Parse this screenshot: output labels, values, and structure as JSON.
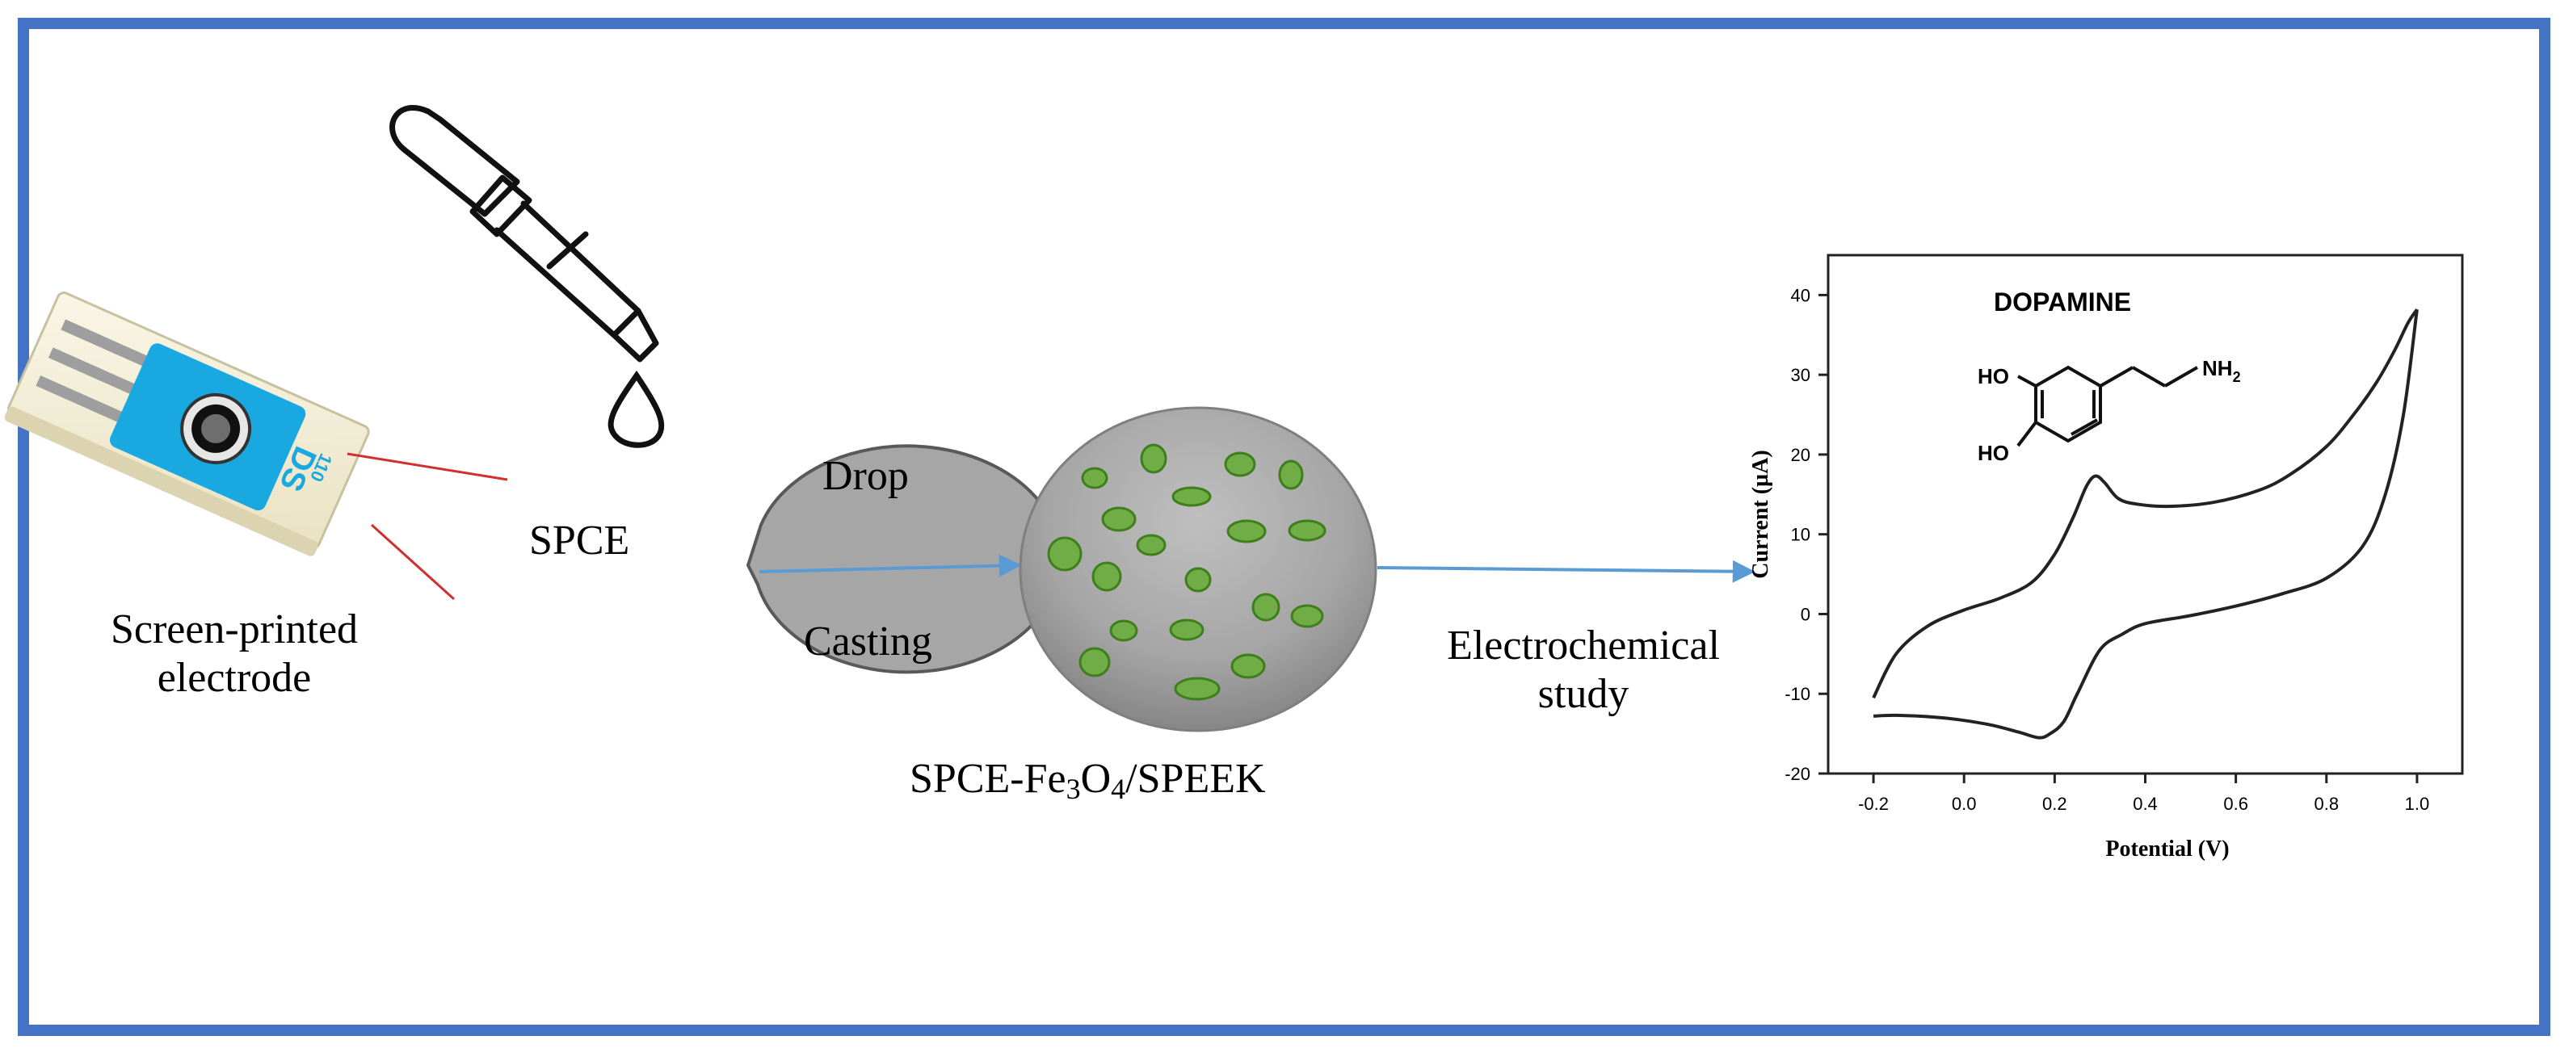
{
  "labels": {
    "screen_printed_line1": "Screen-printed",
    "screen_printed_line2": "electrode",
    "spce": "SPCE",
    "drop": "Drop",
    "casting": "Casting",
    "product": {
      "prefix": "SPCE-Fe",
      "sub1": "3",
      "mid": "O",
      "sub2": "4",
      "suffix": "/SPEEK"
    },
    "electrochemical_line1": "Electrochemical",
    "electrochemical_line2": "study",
    "electrode_strip_text": "DS",
    "electrode_strip_number": "110"
  },
  "colors": {
    "frame": "#4472C4",
    "arrow": "#5B9BD5",
    "disc_fill": "#A6A6A6",
    "green_particles": "#70AD47",
    "strip_blue": "#1AA8E0"
  },
  "chart_data": {
    "type": "line",
    "title": "",
    "xlabel": "Potential (V)",
    "ylabel": "Current (µA)",
    "xlim": [
      -0.3,
      1.1
    ],
    "ylim": [
      -20,
      45
    ],
    "xticks": [
      "-0.2",
      "0.0",
      "0.2",
      "0.4",
      "0.6",
      "0.8",
      "1.0"
    ],
    "yticks": [
      "40",
      "30",
      "20",
      "10",
      "0",
      "-10",
      "-20"
    ],
    "grid": false,
    "annotation": "DOPAMINE",
    "molecule_labels": {
      "ho1": "HO",
      "ho2": "HO",
      "nh2": "NH",
      "nh2_sub": "2"
    },
    "series": [
      {
        "x": [
          -0.2,
          -0.15,
          -0.08,
          0.0,
          0.08,
          0.15,
          0.2,
          0.24,
          0.27,
          0.29,
          0.31,
          0.34,
          0.38,
          0.45,
          0.55,
          0.65,
          0.72,
          0.8,
          0.86,
          0.91,
          0.95,
          0.98,
          1.0
        ],
        "y": [
          -10.5,
          -5.0,
          -1.5,
          0.5,
          2.0,
          4.0,
          7.5,
          12.0,
          16.0,
          17.3,
          16.5,
          14.5,
          13.8,
          13.5,
          14.0,
          15.5,
          17.5,
          21.0,
          25.0,
          29.0,
          33.0,
          36.5,
          38.2
        ]
      },
      {
        "x": [
          1.0,
          0.97,
          0.93,
          0.88,
          0.8,
          0.7,
          0.6,
          0.5,
          0.4,
          0.35,
          0.3,
          0.25,
          0.22,
          0.19,
          0.165,
          0.12,
          0.05,
          -0.05,
          -0.15,
          -0.2
        ],
        "y": [
          38.2,
          25.0,
          15.0,
          8.5,
          4.5,
          2.5,
          1.0,
          -0.2,
          -1.2,
          -2.5,
          -4.5,
          -10.0,
          -13.5,
          -15.0,
          -15.5,
          -14.8,
          -13.8,
          -13.0,
          -12.7,
          -12.8
        ]
      }
    ]
  }
}
